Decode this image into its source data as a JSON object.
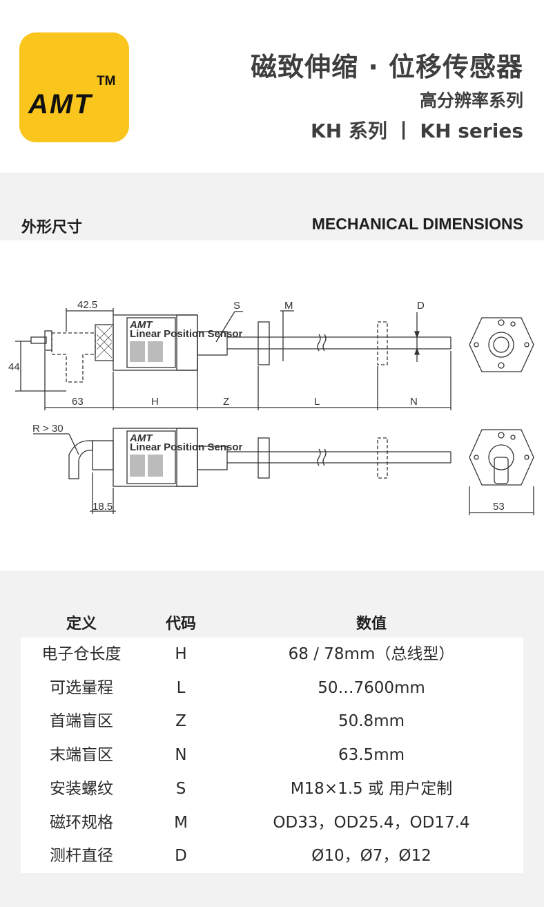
{
  "header": {
    "logo_text": "AMT",
    "logo_tm": "TM",
    "title": "磁致伸缩 · 位移传感器",
    "subtitle": "高分辨率系列",
    "series": "KH 系列  丨  KH series"
  },
  "section": {
    "title_cn": "外形尺寸",
    "title_en": "MECHANICAL DIMENSIONS"
  },
  "drawing": {
    "dim_42_5": "42.5",
    "dim_44": "44",
    "dim_63": "63",
    "dim_H": "H",
    "dim_Z": "Z",
    "dim_L": "L",
    "dim_N": "N",
    "dim_S": "S",
    "dim_M": "M",
    "dim_D": "D",
    "dim_R": "R > 30",
    "dim_18_5": "18.5",
    "dim_53": "53",
    "label_brand": "AMT",
    "label_product": "Linear Position Sensor"
  },
  "table": {
    "headers": [
      "定义",
      "代码",
      "数值"
    ],
    "rows": [
      [
        "电子仓长度",
        "H",
        "68 / 78mm（总线型）"
      ],
      [
        "可选量程",
        "L",
        "50…7600mm"
      ],
      [
        "首端盲区",
        "Z",
        "50.8mm"
      ],
      [
        "末端盲区",
        "N",
        "63.5mm"
      ],
      [
        "安装螺纹",
        "S",
        "M18×1.5 或 用户定制"
      ],
      [
        "磁环规格",
        "M",
        "OD33，OD25.4，OD17.4"
      ],
      [
        "测杆直径",
        "D",
        "Ø10，Ø7，Ø12"
      ]
    ]
  },
  "colors": {
    "logo_bg": "#fac51c",
    "band_bg": "#f2f2f2",
    "text_dark": "#3e3e3e"
  }
}
